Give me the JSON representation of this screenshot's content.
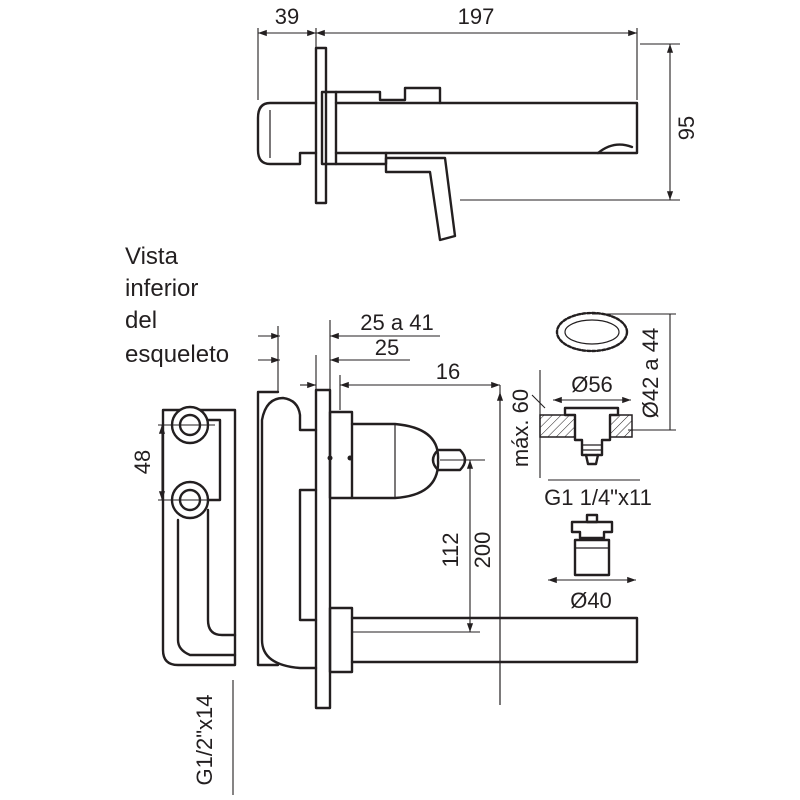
{
  "top_view": {
    "dim_left": "39",
    "dim_top": "197",
    "dim_height": "95"
  },
  "caption": {
    "line1": "Vista",
    "line2": "inferior",
    "line3": "del",
    "line4": "esqueleto"
  },
  "front_view": {
    "dim_48": "48",
    "dim_25a41": "25 a 41",
    "dim_25": "25",
    "dim_16": "16",
    "dim_112": "112",
    "dim_200": "200",
    "dim_thread": "G1/2\"x14"
  },
  "detail": {
    "dim_max60": "máx. 60",
    "dim_d56": "Ø56",
    "dim_d42a44": "Ø42 a 44",
    "dim_thread": "G1 1/4\"x11",
    "dim_d40": "Ø40"
  },
  "colors": {
    "ink": "#231f20",
    "paper": "#ffffff"
  }
}
